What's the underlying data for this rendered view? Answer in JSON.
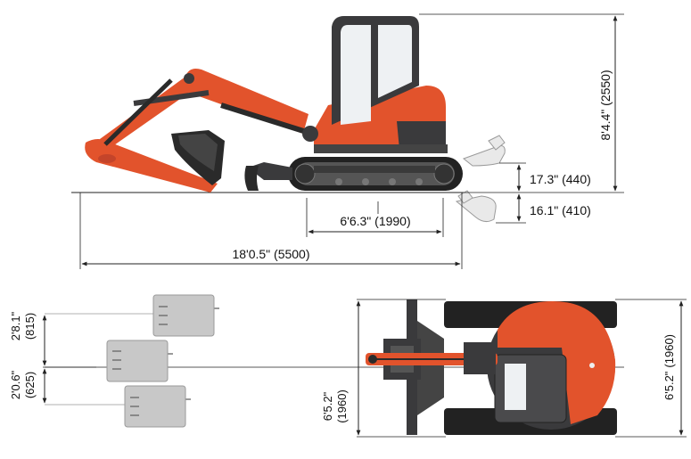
{
  "side_view": {
    "overall_height": "8'4.4\" (2550)",
    "blade_lift": "17.3\" (440)",
    "blade_drop": "16.1\" (410)",
    "track_length": "6'6.3\" (1990)",
    "overall_length": "18'0.5\" (5500)"
  },
  "top_view": {
    "offset_left_line1": "2'0.6\"",
    "offset_left_line2": "(625)",
    "offset_right_line1": "2'8.1\"",
    "offset_right_line2": "(815)",
    "track_width_line1": "6'5.2\"",
    "track_width_line2": "(1960)",
    "tail_width_line1": "6'5.2\"",
    "tail_width_line2": "(1960)"
  },
  "colors": {
    "body_orange": "#e2532c",
    "dark_grey": "#3a3a3c",
    "cab_glass": "#eef1f3",
    "track_black": "#222222",
    "ghost_grey": "#c8c8c8",
    "line": "#222222"
  }
}
